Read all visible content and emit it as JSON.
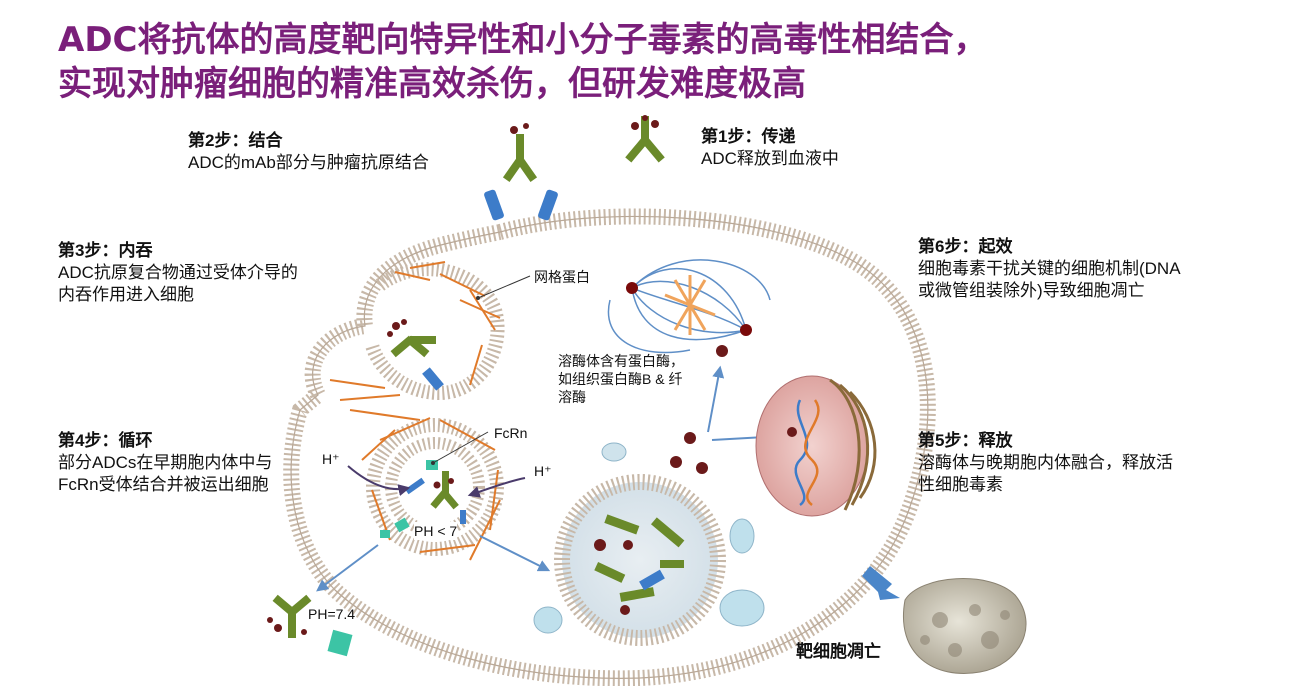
{
  "title": {
    "line1": "ADC将抗体的高度靶向特异性和小分子毒素的高毒性相结合，",
    "line2": "实现对肿瘤细胞的精准高效杀伤，但研发难度极高"
  },
  "steps": [
    {
      "id": "step1",
      "title": "第1步：传递",
      "desc": "ADC释放到血液中"
    },
    {
      "id": "step2",
      "title": "第2步：结合",
      "desc": "ADC的mAb部分与肿瘤抗原结合"
    },
    {
      "id": "step3",
      "title": "第3步：内吞",
      "desc": "ADC抗原复合物通过受体介导的内吞作用进入细胞"
    },
    {
      "id": "step4",
      "title": "第4步：循环",
      "desc": "部分ADCs在早期胞内体中与FcRn受体结合并被运出细胞"
    },
    {
      "id": "step5",
      "title": "第5步：释放",
      "desc": "溶酶体与晚期胞内体融合，释放活性细胞毒素"
    },
    {
      "id": "step6",
      "title": "第6步：起效",
      "desc": "细胞毒素干扰关键的细胞机制(DNA或微管组装除外)导致细胞凋亡"
    }
  ],
  "labels": {
    "reticulin": "网格蛋白",
    "lysosome_note": "溶酶体含有蛋白酶，如组织蛋白酶B & 纤溶酶",
    "fcrn": "FcRn",
    "h_left": "H⁺",
    "h_right": "H⁺",
    "ph_low": "PH < 7",
    "ph_neutral": "PH=7.4",
    "apoptosis": "靶细胞凋亡"
  },
  "colors": {
    "title": "#7a1f7a",
    "antibody": "#6a8a2a",
    "receptor": "#3d7cc9",
    "membrane": "#b9a897",
    "clathrin": "#e07a2a",
    "payload": "#6b1a1a",
    "arrow": "#5f8fc7",
    "fcrn": "#3cc4a5"
  }
}
